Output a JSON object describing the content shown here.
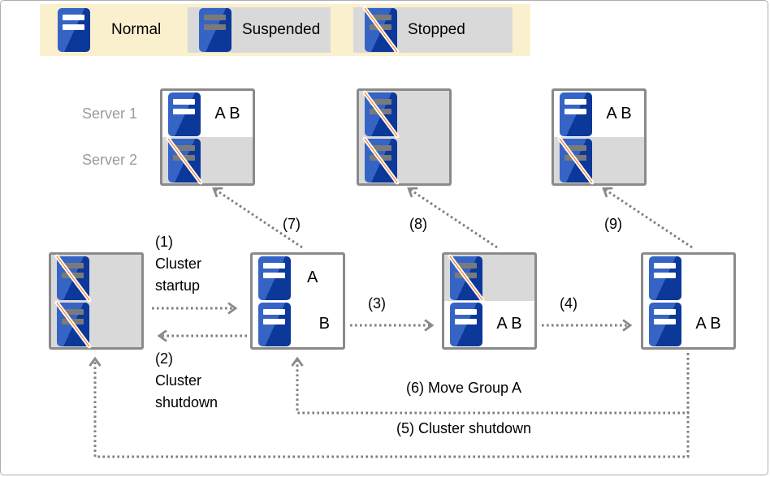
{
  "legend": {
    "items": [
      {
        "label": "Normal",
        "state": "normal"
      },
      {
        "label": "Suspended",
        "state": "suspended"
      },
      {
        "label": "Stopped",
        "state": "stopped"
      }
    ]
  },
  "servers": {
    "server1": "Server 1",
    "server2": "Server 2"
  },
  "boxes": {
    "top1": {
      "row1": {
        "state": "normal",
        "label": "A B"
      },
      "row2": {
        "state": "stopped",
        "label": ""
      }
    },
    "top2": {
      "row1": {
        "state": "stopped",
        "label": ""
      },
      "row2": {
        "state": "stopped",
        "label": ""
      }
    },
    "top3": {
      "row1": {
        "state": "normal",
        "label": "A B"
      },
      "row2": {
        "state": "stopped",
        "label": ""
      }
    },
    "bottom1": {
      "row1": {
        "state": "stopped",
        "label": ""
      },
      "row2": {
        "state": "stopped",
        "label": ""
      }
    },
    "bottom2": {
      "row1": {
        "state": "normal",
        "label": "A"
      },
      "row2": {
        "state": "normal",
        "label": "B"
      }
    },
    "bottom3": {
      "row1": {
        "state": "stopped",
        "label": ""
      },
      "row2": {
        "state": "normal",
        "label": "A B"
      }
    },
    "bottom4": {
      "row1": {
        "state": "normal",
        "label": ""
      },
      "row2": {
        "state": "normal",
        "label": "A B"
      }
    }
  },
  "transitions": {
    "t1": "(1)\nCluster\nstartup",
    "t2": "(2)\nCluster\nshutdown",
    "t3": "(3)",
    "t4": "(4)",
    "t5": "(5) Cluster shutdown",
    "t6": "(6) Move Group A",
    "t7": "(7)",
    "t8": "(8)",
    "t9": "(9)"
  },
  "colors": {
    "legend_bg": "#FBF0CE",
    "suspended_bg": "#D9D9D9",
    "icon_blue_light": "#3564C5",
    "icon_blue_dark": "#0C389A",
    "stopped_slash_orange": "#FF6A00",
    "arrow_gray": "#7F7F7F",
    "box_border_gray": "#8A8A8A",
    "server_label_gray": "#9B9B9B"
  }
}
